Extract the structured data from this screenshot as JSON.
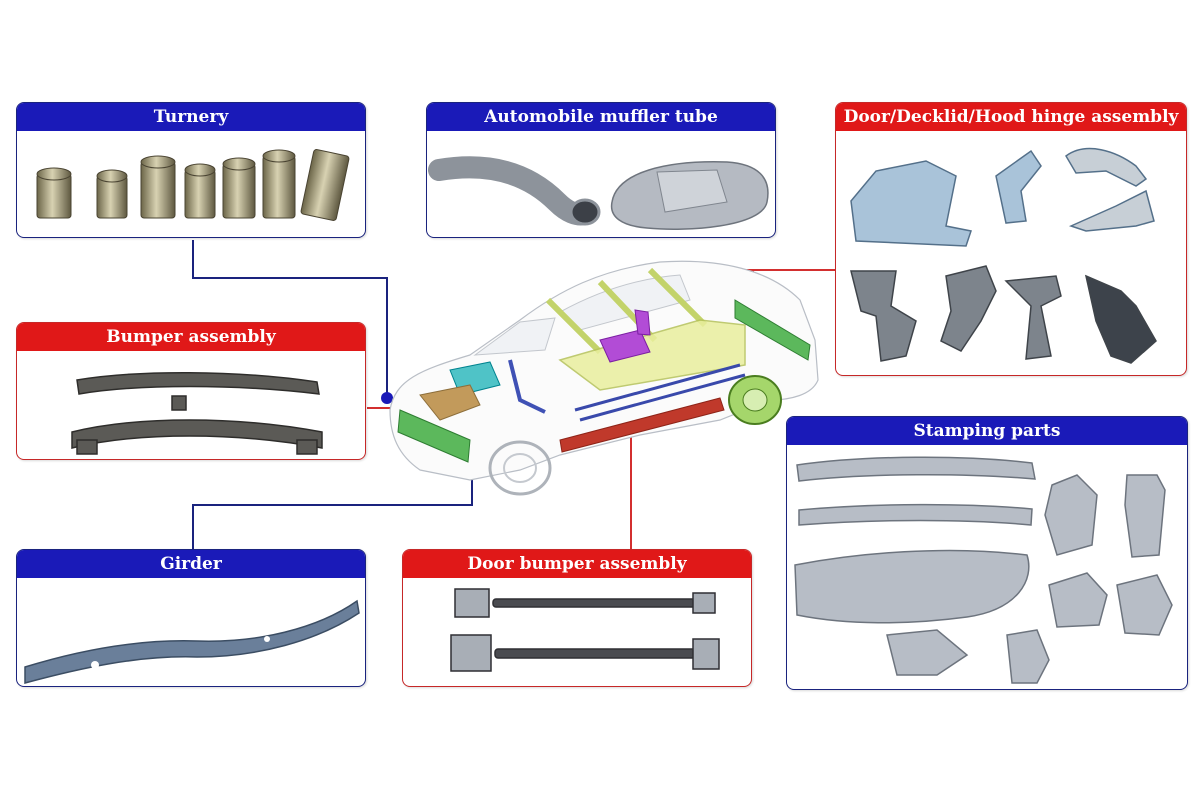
{
  "panels": {
    "turnery": "Turnery",
    "muffler": "Automobile muffler tube",
    "hinge": "Door/Decklid/Hood hinge assembly",
    "bumper": "Bumper assembly",
    "stamping": "Stamping parts",
    "girder": "Girder",
    "door_bumper": "Door bumper assembly"
  },
  "colors": {
    "blue_header": "#1a1ab8",
    "red_header": "#e01818",
    "blue_line": "#1a237e",
    "red_line": "#d32f2f",
    "metal": "#9ea7b3",
    "car_green": "#4caf50",
    "car_yellow": "#d9e27a"
  },
  "icons": [
    "cylinder-part-icon",
    "muffler-icon",
    "hinge-icon",
    "bumper-beam-icon",
    "stamped-part-icon",
    "girder-beam-icon",
    "door-beam-icon",
    "car-diagram"
  ]
}
